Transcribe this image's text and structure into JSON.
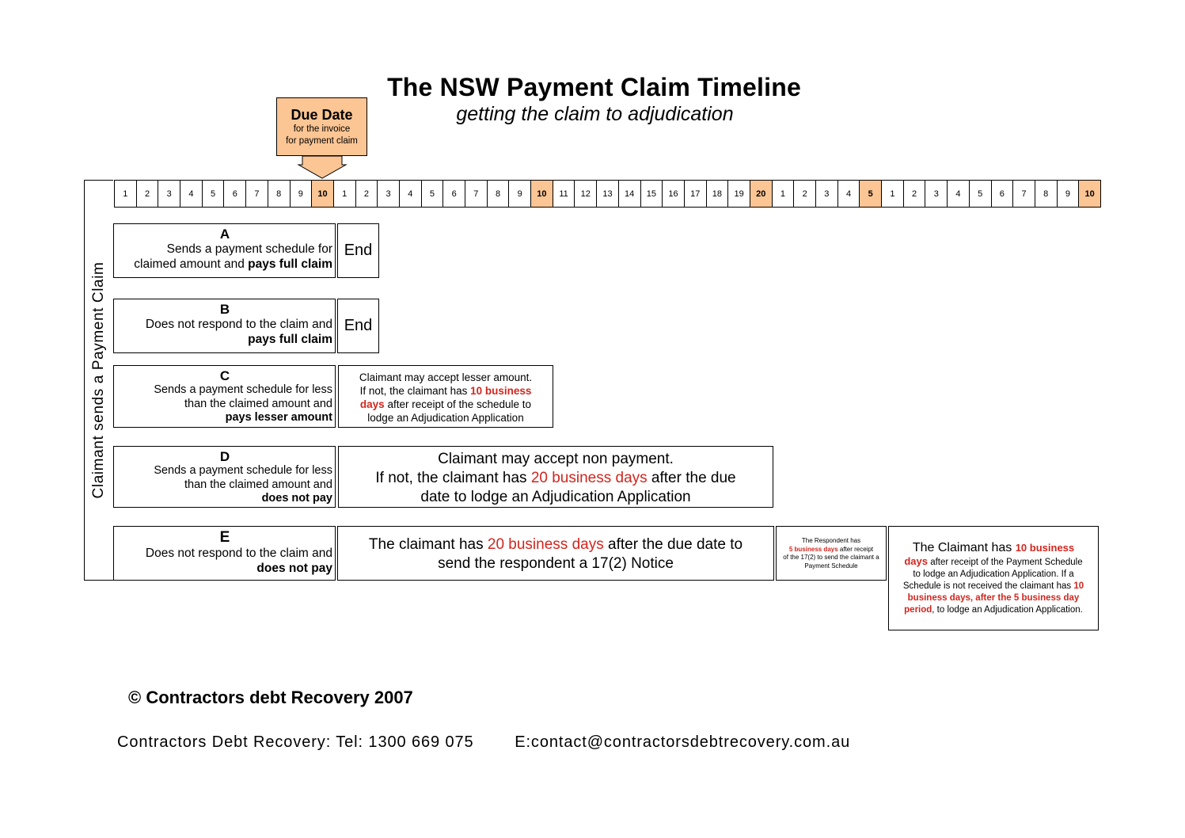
{
  "title": "The NSW Payment Claim Timeline",
  "subtitle": "getting the claim to adjudication",
  "due_date": {
    "heading": "Due Date",
    "line1": "for the invoice",
    "line2": "for payment claim"
  },
  "side_label": "Claimant sends a Payment Claim",
  "highlight_color": "#fbc594",
  "accent_red": "#d0261e",
  "days": [
    "1",
    "2",
    "3",
    "4",
    "5",
    "6",
    "7",
    "8",
    "9",
    "10",
    "1",
    "2",
    "3",
    "4",
    "5",
    "6",
    "7",
    "8",
    "9",
    "10",
    "11",
    "12",
    "13",
    "14",
    "15",
    "16",
    "17",
    "18",
    "19",
    "20",
    "1",
    "2",
    "3",
    "4",
    "5",
    "1",
    "2",
    "3",
    "4",
    "5",
    "6",
    "7",
    "8",
    "9",
    "10"
  ],
  "highlighted_days": [
    9,
    19,
    29,
    34,
    44
  ],
  "rows": {
    "a": {
      "letter": "A",
      "line1": "Sends a payment schedule for",
      "line2a": "claimed amount and ",
      "line2b": "pays full claim",
      "outcome": "End"
    },
    "b": {
      "letter": "B",
      "line1": "Does not respond to the claim and",
      "line2": "pays full claim",
      "outcome": "End"
    },
    "c": {
      "letter": "C",
      "line1": "Sends a payment schedule for less",
      "line2": "than the claimed amount and",
      "line3": "pays lesser amount",
      "outcome": {
        "p1": "Claimant may accept lesser amount.",
        "p2": "If not, the claimant has ",
        "p3": "10 business",
        "p4": "days",
        "p5": " after receipt of the schedule to",
        "p6": "lodge an Adjudication Application"
      }
    },
    "d": {
      "letter": "D",
      "line1": "Sends a payment schedule for less",
      "line2": "than the claimed amount and",
      "line3": "does not pay",
      "outcome": {
        "p1": "Claimant may accept non payment.",
        "p2": "If not, the claimant has ",
        "p3": "20 business days",
        "p4": " after the due",
        "p5": "date to lodge an Adjudication Application"
      }
    },
    "e": {
      "letter": "E",
      "line1": "Does not respond to the claim and",
      "line2": "does not pay",
      "outcome": {
        "p1": "The claimant has ",
        "p2": "20 business days",
        "p3": " after the due date to",
        "p4": "send the respondent a 17(2) Notice"
      },
      "respondent": {
        "p1": "The Respondent has",
        "p2": "5 business days",
        "p3": " after receipt",
        "p4": "of the 17(2) to send the claimant a",
        "p5": "Payment Schedule"
      },
      "final": {
        "p1": "The Claimant has ",
        "p2": "10 business",
        "p3": "days",
        "p4": " after receipt of the Payment Schedule",
        "p5": "to lodge an Adjudication Application. If a",
        "p6": "Schedule is not received the claimant has ",
        "p7": "10",
        "p8": "business days, after the 5 business day",
        "p9": "period",
        "p10": ", to lodge an Adjudication Application."
      }
    }
  },
  "footer": {
    "copyright": "© Contractors debt Recovery 2007",
    "contact": "Contractors Debt Recovery: Tel: 1300 669 075        E:contact@contractorsdebtrecovery.com.au"
  }
}
